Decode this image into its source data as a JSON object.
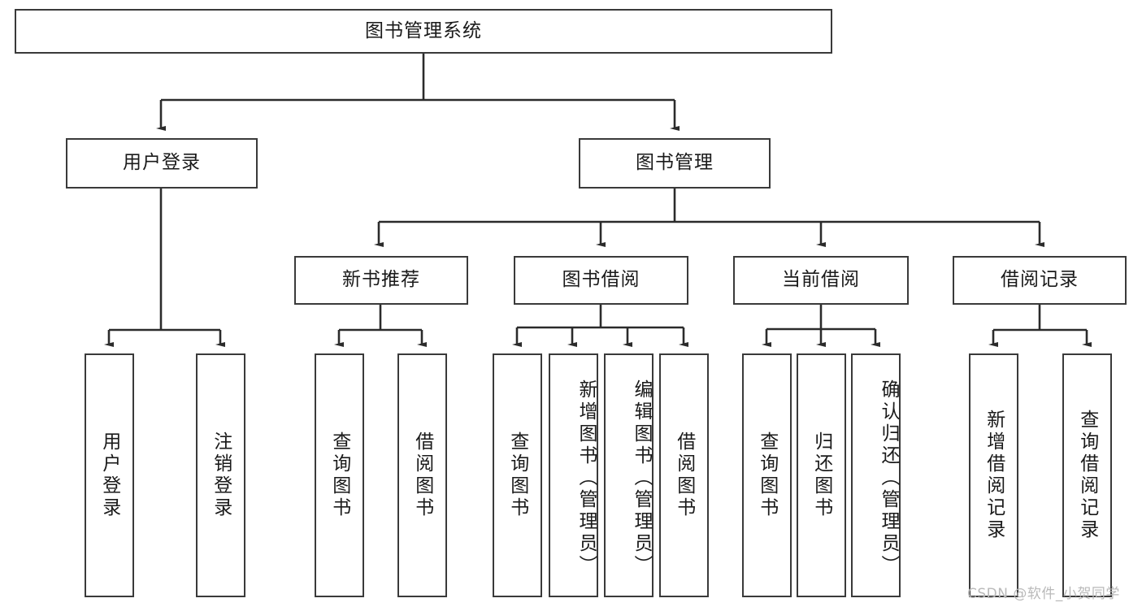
{
  "diagram": {
    "title": "图书管理系统",
    "type": "functional-decomposition-tree",
    "watermark": "CSDN @软件_小贺同学",
    "colors": {
      "box_border": "#3a3a3a",
      "box_fill": "#ffffff",
      "connector": "#2b2b2b",
      "text": "#1a1a1a",
      "watermark": "#b9b9b9"
    },
    "levels": {
      "root": {
        "label": "图书管理系统"
      },
      "level2": [
        {
          "label": "用户登录"
        },
        {
          "label": "图书管理"
        }
      ],
      "level3": [
        {
          "label": "新书推荐"
        },
        {
          "label": "图书借阅"
        },
        {
          "label": "当前借阅"
        },
        {
          "label": "借阅记录"
        }
      ],
      "leaves": {
        "user_login": [
          {
            "label": "用户登录"
          },
          {
            "label": "注销登录"
          }
        ],
        "new_book_recommend": [
          {
            "label": "查询图书"
          },
          {
            "label": "借阅图书"
          }
        ],
        "book_borrow": [
          {
            "label": "查询图书"
          },
          {
            "label": "新增图书（管理员）"
          },
          {
            "label": "编辑图书（管理员）"
          },
          {
            "label": "借阅图书"
          }
        ],
        "current_borrow": [
          {
            "label": "查询图书"
          },
          {
            "label": "归还图书"
          },
          {
            "label": "确认归还（管理员）"
          }
        ],
        "borrow_record": [
          {
            "label": "新增借阅记录"
          },
          {
            "label": "查询借阅记录"
          }
        ]
      }
    }
  }
}
